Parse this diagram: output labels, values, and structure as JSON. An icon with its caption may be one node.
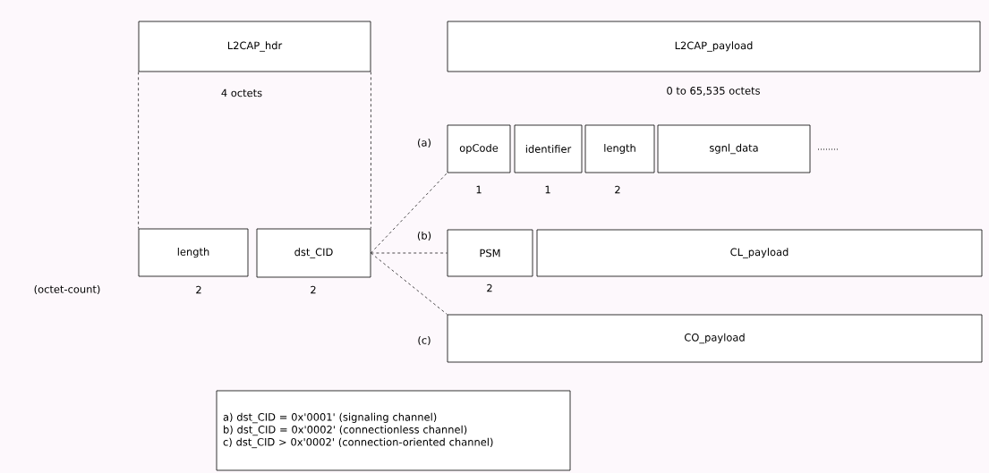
{
  "diagram": {
    "nodes": [
      {
        "text": [
          "L2CAP_hdr"
        ],
        "beside": [
          "4 octets"
        ]
      },
      {
        "text": [
          "L2CAP_payload"
        ],
        "beside": [
          "0 to 65,535 octets"
        ]
      },
      {
        "text": [
          "length"
        ],
        "beside": [
          "2"
        ]
      },
      {
        "text": [
          "dst_CID"
        ],
        "beside": [
          "2"
        ]
      },
      {
        "text": [
          "opCode"
        ],
        "beside": [
          "1"
        ]
      },
      {
        "text": [
          "identifier"
        ],
        "beside": [
          "1"
        ]
      },
      {
        "text": [
          "length"
        ],
        "beside": [
          "2"
        ]
      },
      {
        "text": [
          "sgnl_data"
        ]
      },
      {
        "text": [
          "PSM"
        ],
        "beside": [
          "2"
        ]
      },
      {
        "text": [
          "CL_payload"
        ]
      },
      {
        "text": [
          "CO_payload"
        ]
      },
      {
        "text": [
          "a) dst_CID = 0x'0001'  (signaling channel)",
          "b) dst_CID = 0x'0002'  (connectionless channel)",
          "c) dst_CID > 0x'0002'  (connection-oriented channel)"
        ]
      }
    ],
    "edges": [
      {
        "from": 0,
        "to": 2,
        "arrow": "none",
        "style": "dashed"
      },
      {
        "from": 0,
        "to": 3,
        "arrow": "none",
        "style": "dashed"
      },
      {
        "from": 3,
        "to": 4,
        "arrow": "none",
        "style": "dashed"
      },
      {
        "from": 3,
        "to": 8,
        "arrow": "none",
        "style": "dashed"
      },
      {
        "from": 3,
        "to": 10,
        "arrow": "none",
        "style": "dashed"
      }
    ],
    "labels": [
      "(a)",
      "(b)",
      "(octet-count)",
      "(c)"
    ]
  }
}
